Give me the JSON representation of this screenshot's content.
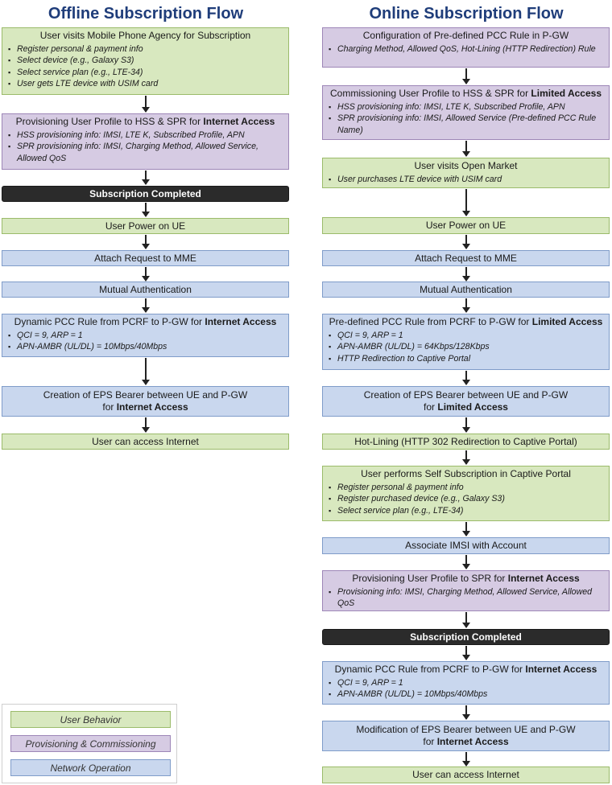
{
  "offline": {
    "title": "Offline Subscription Flow",
    "visit": {
      "title": "User visits Mobile Phone Agency for Subscription",
      "items": [
        "Register personal & payment info",
        "Select device (e.g., Galaxy S3)",
        "Select service plan (e.g., LTE-34)",
        "User gets LTE device with USIM card"
      ]
    },
    "provision": {
      "title_pre": "Provisioning User Profile to HSS & SPR for ",
      "title_bold": "Internet Access",
      "items": [
        "HSS provisioning info: IMSI, LTE K, Subscribed Profile, APN",
        "SPR provisioning info: IMSI, Charging Method, Allowed Service, Allowed QoS"
      ]
    },
    "completed": "Subscription Completed",
    "power": "User Power on UE",
    "attach": "Attach Request to MME",
    "auth": "Mutual Authentication",
    "pcc": {
      "title_pre": "Dynamic PCC Rule from PCRF to P-GW for ",
      "title_bold": "Internet Access",
      "items": [
        "QCI = 9, ARP = 1",
        "APN-AMBR (UL/DL) = 10Mbps/40Mbps"
      ]
    },
    "bearer": {
      "line1": "Creation of EPS Bearer between UE and P-GW",
      "line2_pre": "for ",
      "line2_bold": "Internet Access"
    },
    "access": "User can access Internet"
  },
  "online": {
    "title": "Online Subscription Flow",
    "config": {
      "title": "Configuration of Pre-defined PCC Rule in P-GW",
      "items": [
        "Charging Method, Allowed QoS, Hot-Lining (HTTP Redirection) Rule"
      ]
    },
    "commission": {
      "title_pre": "Commissioning User Profile to HSS & SPR for ",
      "title_bold": "Limited Access",
      "items": [
        "HSS provisioning info: IMSI, LTE K, Subscribed Profile, APN",
        "SPR provisioning info: IMSI, Allowed Service (Pre-defined PCC Rule Name)"
      ]
    },
    "market": {
      "title": "User visits Open Market",
      "items": [
        "User purchases LTE device with USIM card"
      ]
    },
    "power": "User Power on UE",
    "attach": "Attach Request to MME",
    "auth": "Mutual Authentication",
    "pcc_limited": {
      "title_pre": "Pre-defined PCC Rule from PCRF to P-GW for ",
      "title_bold": "Limited Access",
      "items": [
        "QCI = 9, ARP = 1",
        "APN-AMBR (UL/DL) = 64Kbps/128Kbps",
        "HTTP Redirection to Captive Portal"
      ]
    },
    "bearer": {
      "line1": "Creation of EPS Bearer between UE and P-GW",
      "line2_pre": "for ",
      "line2_bold": "Limited Access"
    },
    "hotlining": "Hot-Lining (HTTP 302 Redirection to Captive Portal)",
    "self_sub": {
      "title": "User performs Self Subscription in Captive Portal",
      "items": [
        "Register personal & payment info",
        "Register purchased device (e.g., Galaxy S3)",
        "Select service plan (e.g., LTE-34)"
      ]
    },
    "associate": "Associate IMSI with Account",
    "provision": {
      "title_pre": "Provisioning User Profile to SPR for ",
      "title_bold": "Internet Access",
      "items": [
        "Provisioning info: IMSI, Charging Method, Allowed Service, Allowed QoS"
      ]
    },
    "completed": "Subscription Completed",
    "pcc_internet": {
      "title_pre": "Dynamic PCC Rule from PCRF to P-GW for ",
      "title_bold": "Internet Access",
      "items": [
        "QCI = 9, ARP = 1",
        "APN-AMBR (UL/DL) = 10Mbps/40Mbps"
      ]
    },
    "modify": {
      "line1": "Modification of EPS Bearer between UE and P-GW",
      "line2_pre": "for ",
      "line2_bold": "Internet Access"
    },
    "access": "User can access Internet"
  },
  "legend": {
    "user_behavior": "User Behavior",
    "provisioning": "Provisioning & Commissioning",
    "network": "Network Operation"
  },
  "colors": {
    "user_behavior": "#d8e8bf",
    "provisioning": "#d6cbe3",
    "network": "#c9d7ee",
    "milestone": "#2b2b2b",
    "title": "#1f3d7a"
  }
}
